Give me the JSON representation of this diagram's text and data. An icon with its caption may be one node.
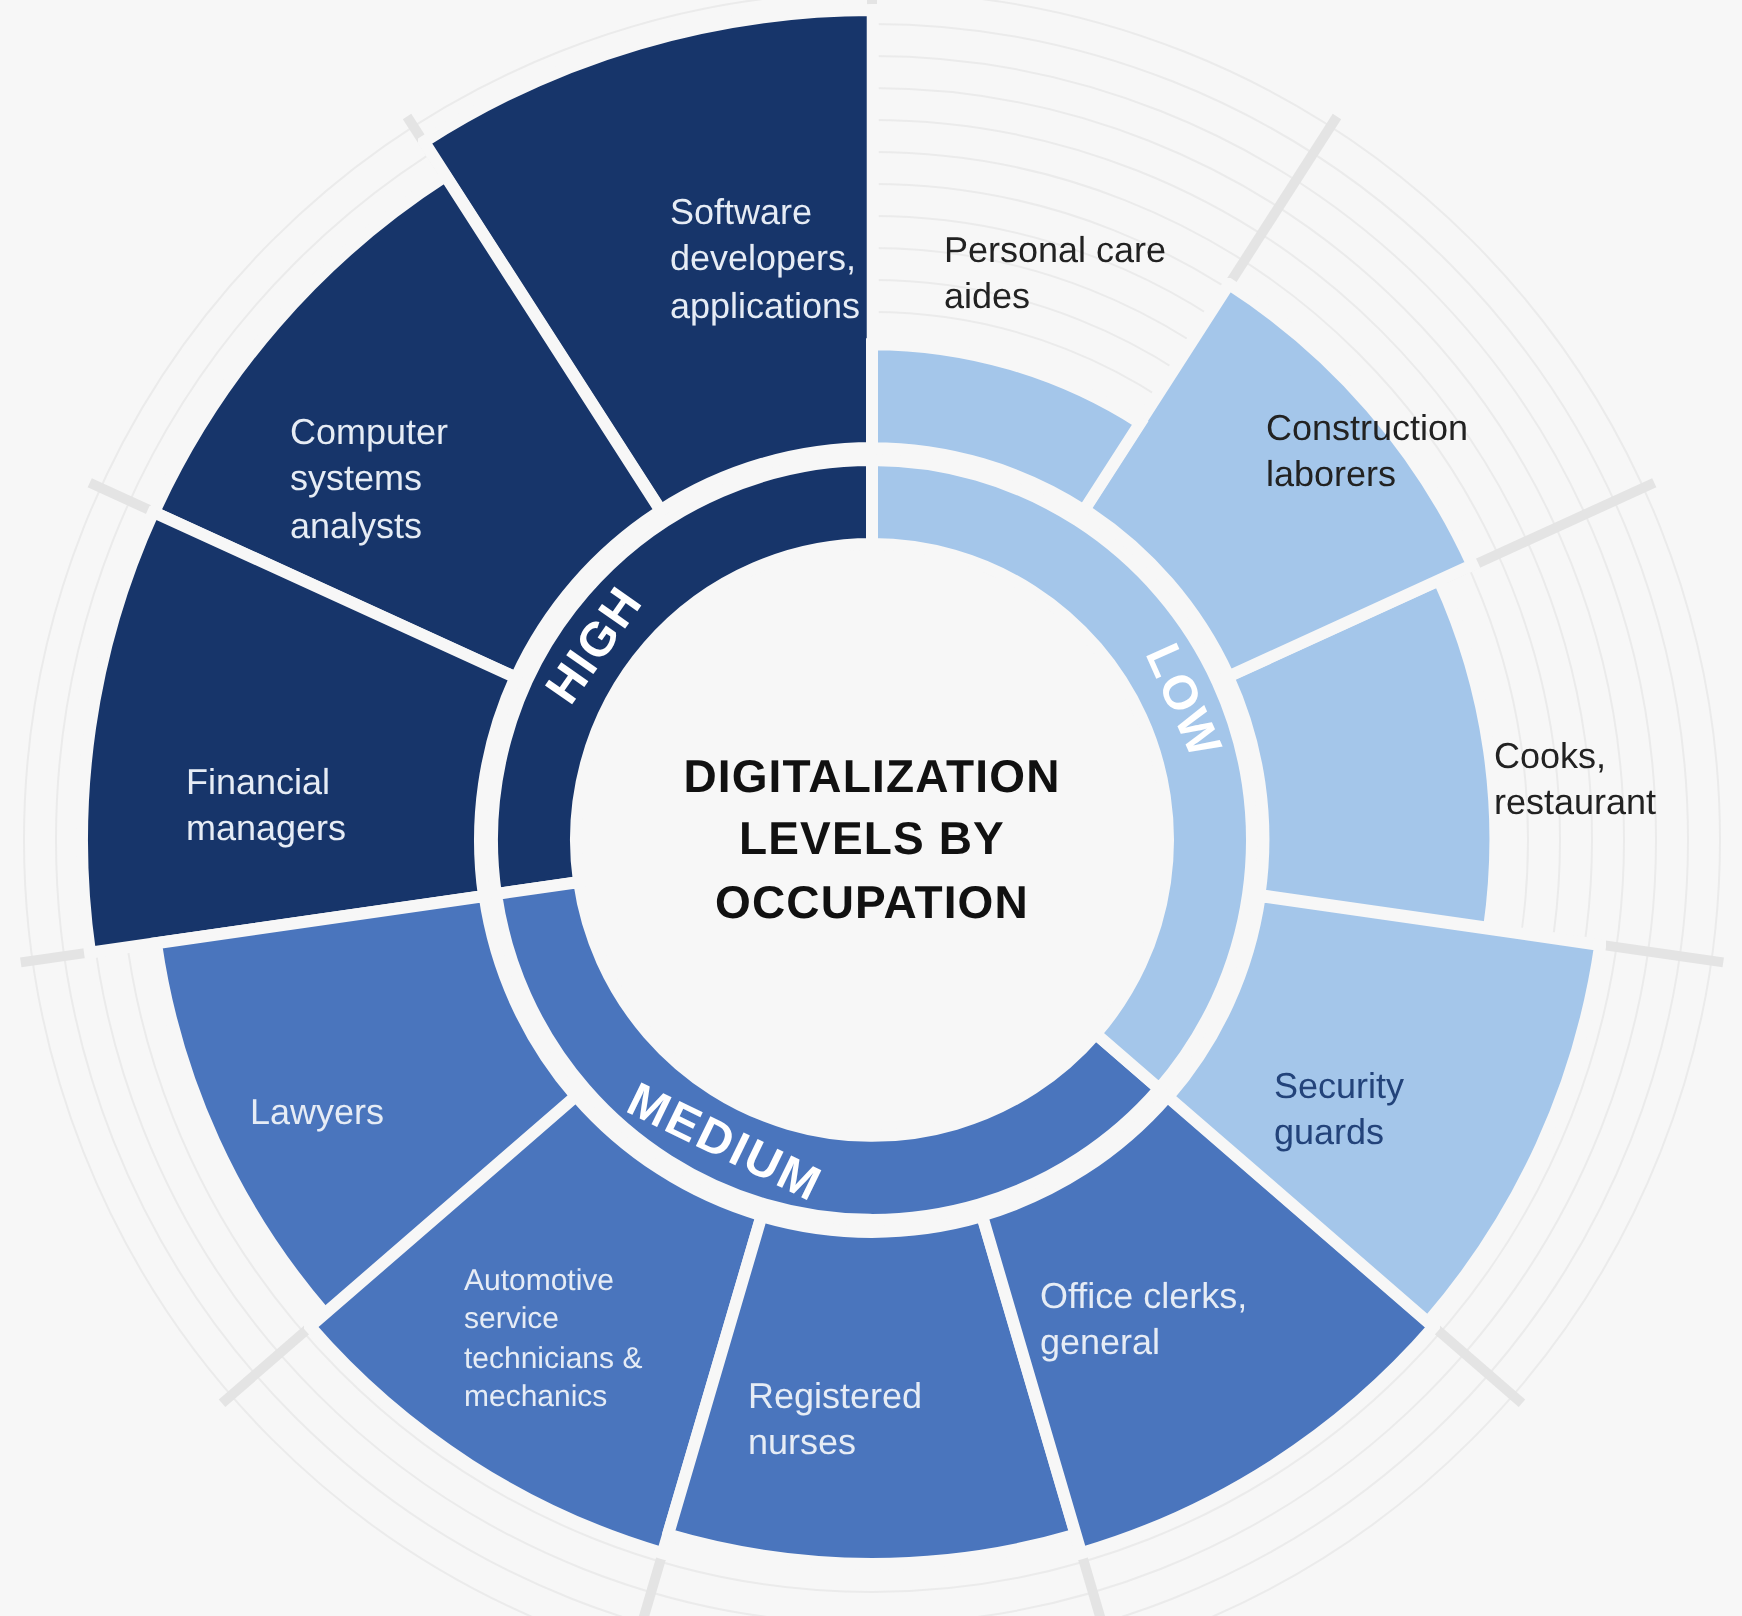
{
  "diagram": {
    "nodes": [
      {
        "text": [
          "DIGITALIZATION LEVELS BY OCCUPATION"
        ]
      },
      {
        "text": [
          "HIGH"
        ]
      },
      {
        "text": [
          "MEDIUM"
        ]
      },
      {
        "text": [
          "LOW"
        ]
      },
      {
        "text": [
          "Software developers, applications"
        ]
      },
      {
        "text": [
          "Computer systems analysts"
        ]
      },
      {
        "text": [
          "Financial managers"
        ]
      },
      {
        "text": [
          "Lawyers"
        ]
      },
      {
        "text": [
          "Automotive service technicians & mechanics"
        ]
      },
      {
        "text": [
          "Registered nurses"
        ]
      },
      {
        "text": [
          "Office clerks, general"
        ]
      },
      {
        "text": [
          "Security guards"
        ]
      },
      {
        "text": [
          "Cooks, restaurant"
        ]
      },
      {
        "text": [
          "Construction laborers"
        ]
      },
      {
        "text": [
          "Personal care aides"
        ]
      }
    ]
  }
}
